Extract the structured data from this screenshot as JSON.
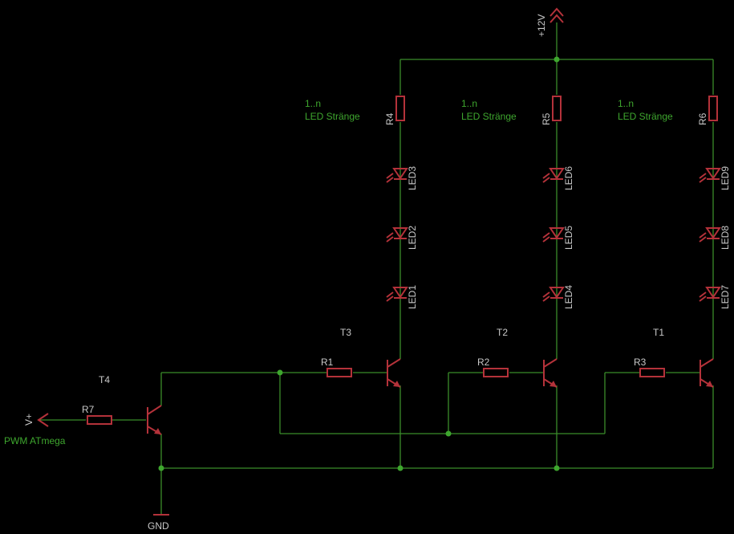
{
  "supply": {
    "label": "+12V"
  },
  "ground": {
    "label": "GND"
  },
  "pwm_input": {
    "symbol_label": "V+",
    "net_label": "PWM ATmega"
  },
  "strings": [
    {
      "note_line1": "1..n",
      "note_line2": "LED Stränge",
      "resistor": "R4",
      "leds": [
        "LED3",
        "LED2",
        "LED1"
      ],
      "transistor": "T3",
      "base_resistor": "R1"
    },
    {
      "note_line1": "1..n",
      "note_line2": "LED Stränge",
      "resistor": "R5",
      "leds": [
        "LED6",
        "LED5",
        "LED4"
      ],
      "transistor": "T2",
      "base_resistor": "R2"
    },
    {
      "note_line1": "1..n",
      "note_line2": "LED Stränge",
      "resistor": "R6",
      "leds": [
        "LED9",
        "LED8",
        "LED7"
      ],
      "transistor": "T1",
      "base_resistor": "R3"
    }
  ],
  "driver": {
    "transistor": "T4",
    "resistor": "R7"
  },
  "colors": {
    "background": "#000000",
    "wire": "#3a8c2a",
    "part": "#b4323a",
    "label": "#c8c8c8",
    "net_label": "#3ea62e"
  }
}
